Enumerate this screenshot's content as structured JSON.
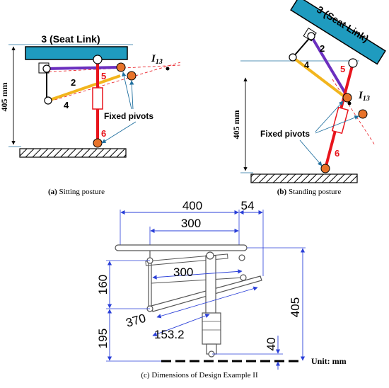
{
  "panel_a": {
    "seat_label": "3 (Seat Link)",
    "height_label": "405 mm",
    "link2": "2",
    "link4": "4",
    "link5": "5",
    "link6": "6",
    "ic_main": "I",
    "ic_sub": "13",
    "fixed_label": "Fixed pivots",
    "caption_letter": "(a)",
    "caption_text": " Sitting posture"
  },
  "panel_b": {
    "seat_label": "3 (Seat Link)",
    "height_label": "405 mm",
    "link2": "2",
    "link4": "4",
    "link5": "5",
    "link6": "6",
    "ic_main": "I",
    "ic_sub": "13",
    "fixed_label": "Fixed pivots",
    "caption_letter": "(b)",
    "caption_text": " Standing posture"
  },
  "panel_c": {
    "dim_400": "400",
    "dim_54": "54",
    "dim_300_top": "300",
    "dim_300_mid": "300",
    "dim_160": "160",
    "dim_370": "370",
    "dim_153": "153.2",
    "dim_195": "195",
    "dim_40": "40",
    "dim_405": "405",
    "unit_label": "Unit: mm",
    "caption": "(c) Dimensions of Design Example II"
  },
  "colors": {
    "seat": "#1f9bbf",
    "link2": "#6b2fbf",
    "link4": "#f2b51d",
    "link56": "#e8141c",
    "pivot": "#e8732a",
    "dimension": "#2a3fd8"
  }
}
